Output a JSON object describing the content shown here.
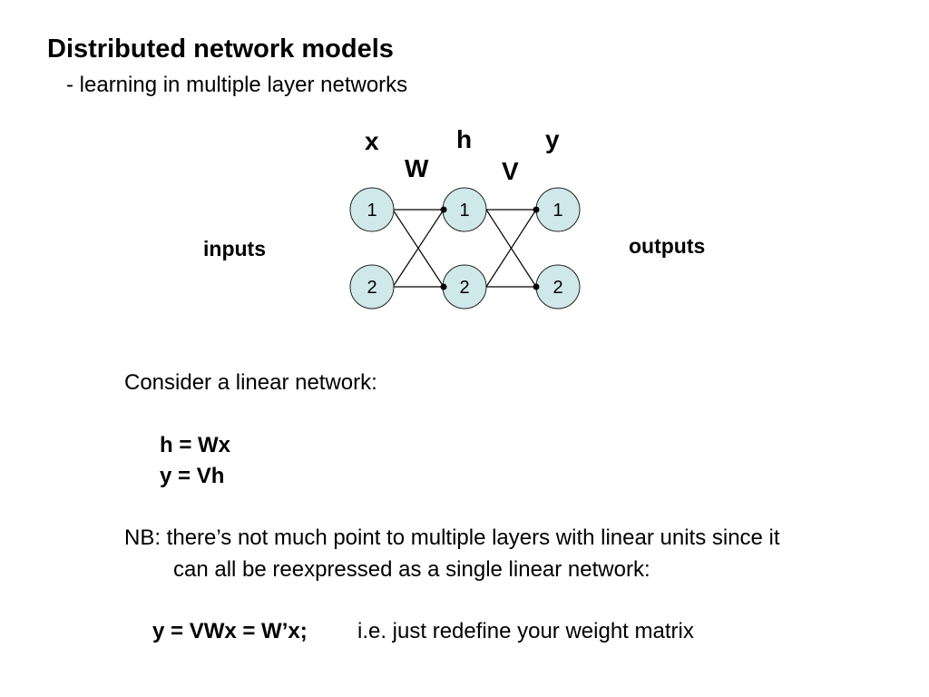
{
  "slide": {
    "title": "Distributed network models",
    "subtitle": "- learning in multiple layer networks"
  },
  "diagram": {
    "layer_labels": {
      "x": "x",
      "h": "h",
      "y": "y"
    },
    "weight_labels": {
      "W": "W",
      "V": "V"
    },
    "inputs_label": "inputs",
    "outputs_label": "outputs",
    "node_labels": {
      "input": [
        "1",
        "2"
      ],
      "hidden": [
        "1",
        "2"
      ],
      "output": [
        "1",
        "2"
      ]
    },
    "node_fill": "#cfe8ea"
  },
  "body": {
    "intro": "Consider a linear network:",
    "eq1": "h = Wx",
    "eq2": "y = Vh",
    "nb_line1": "NB: there’s not much point to multiple layers with linear units since it",
    "nb_line2": "can all be reexpressed as a single linear network:",
    "final_eq": "y = VWx = W’x;",
    "final_note": "i.e. just redefine your weight matrix"
  }
}
